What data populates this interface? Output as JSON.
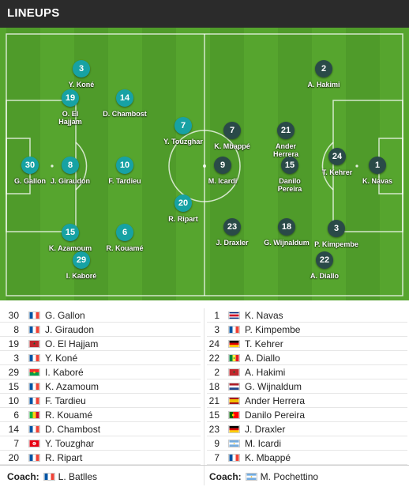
{
  "header": {
    "title": "LINEUPS"
  },
  "pitch": {
    "home_players": [
      {
        "number": "3",
        "name": "Y. Koné"
      },
      {
        "number": "19",
        "name": "O. El\nHajjam"
      },
      {
        "number": "14",
        "name": "D. Chambost"
      },
      {
        "number": "7",
        "name": "Y. Touzghar"
      },
      {
        "number": "30",
        "name": "G. Gallon"
      },
      {
        "number": "8",
        "name": "J. Giraudon"
      },
      {
        "number": "10",
        "name": "F. Tardieu"
      },
      {
        "number": "20",
        "name": "R. Ripart"
      },
      {
        "number": "15",
        "name": "K. Azamoum"
      },
      {
        "number": "6",
        "name": "R. Kouamé"
      },
      {
        "number": "29",
        "name": "I. Kaboré"
      }
    ],
    "away_players": [
      {
        "number": "2",
        "name": "A. Hakimi"
      },
      {
        "number": "7",
        "name": "K. Mbappé"
      },
      {
        "number": "21",
        "name": "Ander\nHerrera"
      },
      {
        "number": "24",
        "name": "T. Kehrer"
      },
      {
        "number": "9",
        "name": "M. Icardi"
      },
      {
        "number": "15",
        "name": "Danilo\nPereira"
      },
      {
        "number": "1",
        "name": "K. Navas"
      },
      {
        "number": "3",
        "name": "P. Kimpembe"
      },
      {
        "number": "23",
        "name": "J. Draxler"
      },
      {
        "number": "18",
        "name": "G. Wijnaldum"
      },
      {
        "number": "22",
        "name": "A. Diallo"
      }
    ]
  },
  "lineup_home": [
    {
      "number": "30",
      "name": "G. Gallon",
      "flag": "france"
    },
    {
      "number": "8",
      "name": "J. Giraudon",
      "flag": "france"
    },
    {
      "number": "19",
      "name": "O. El Hajjam",
      "flag": "morocco"
    },
    {
      "number": "3",
      "name": "Y. Koné",
      "flag": "france"
    },
    {
      "number": "29",
      "name": "I. Kaboré",
      "flag": "burkina-faso"
    },
    {
      "number": "15",
      "name": "K. Azamoum",
      "flag": "france"
    },
    {
      "number": "10",
      "name": "F. Tardieu",
      "flag": "france"
    },
    {
      "number": "6",
      "name": "R. Kouamé",
      "flag": "mali"
    },
    {
      "number": "14",
      "name": "D. Chambost",
      "flag": "france"
    },
    {
      "number": "7",
      "name": "Y. Touzghar",
      "flag": "tunisia"
    },
    {
      "number": "20",
      "name": "R. Ripart",
      "flag": "france"
    }
  ],
  "lineup_away": [
    {
      "number": "1",
      "name": "K. Navas",
      "flag": "costa-rica"
    },
    {
      "number": "3",
      "name": "P. Kimpembe",
      "flag": "france"
    },
    {
      "number": "24",
      "name": "T. Kehrer",
      "flag": "germany"
    },
    {
      "number": "22",
      "name": "A. Diallo",
      "flag": "senegal"
    },
    {
      "number": "2",
      "name": "A. Hakimi",
      "flag": "morocco"
    },
    {
      "number": "18",
      "name": "G. Wijnaldum",
      "flag": "netherlands"
    },
    {
      "number": "21",
      "name": "Ander Herrera",
      "flag": "spain"
    },
    {
      "number": "15",
      "name": "Danilo Pereira",
      "flag": "portugal"
    },
    {
      "number": "23",
      "name": "J. Draxler",
      "flag": "germany"
    },
    {
      "number": "9",
      "name": "M. Icardi",
      "flag": "argentina"
    },
    {
      "number": "7",
      "name": "K. Mbappé",
      "flag": "france"
    }
  ],
  "coach_home": {
    "label": "Coach:",
    "name": "L. Batlles",
    "flag": "france"
  },
  "coach_away": {
    "label": "Coach:",
    "name": "M. Pochettino",
    "flag": "argentina"
  },
  "colors": {
    "home_disc": "#17a2a4",
    "away_disc": "#2a4a48",
    "pitch": "#56a52e",
    "header": "#2b2b2b"
  }
}
